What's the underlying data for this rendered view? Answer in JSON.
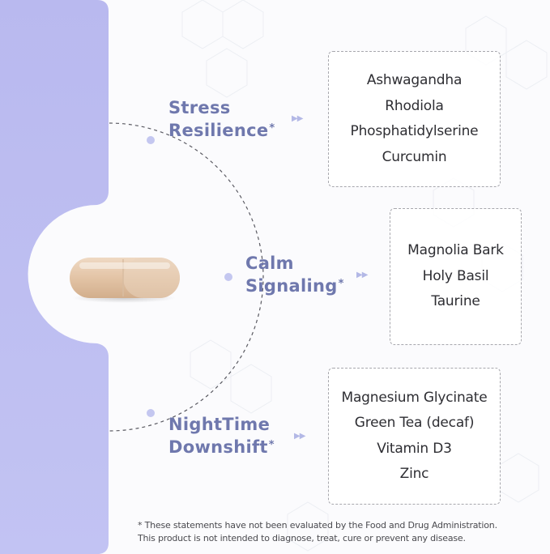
{
  "benefits": [
    {
      "line1": "Stress",
      "line2": "Resilience",
      "asterisk": "*",
      "ingredients": [
        "Ashwagandha",
        "Rhodiola",
        "Phosphatidylserine",
        "Curcumin"
      ]
    },
    {
      "line1": "Calm",
      "line2": "Signaling",
      "asterisk": "*",
      "ingredients": [
        "Magnolia Bark",
        "Holy Basil",
        "Taurine"
      ]
    },
    {
      "line1": "NightTime",
      "line2": "Downshift",
      "asterisk": "*",
      "ingredients": [
        "Magnesium Glycinate",
        "Green Tea (decaf)",
        "Vitamin D3",
        "Zinc"
      ]
    }
  ],
  "disclaimer": {
    "line1": "* These statements have not been evaluated by the Food and Drug Administration.",
    "line2": "This product is not intended to diagnose, treat, cure or prevent any disease."
  },
  "arrow_glyph": "▶▶",
  "colors": {
    "side_panel": "#bcbdf1",
    "accent_text": "#6f78ad",
    "dot": "#c4c7f0",
    "capsule": "#e8cfb6"
  }
}
